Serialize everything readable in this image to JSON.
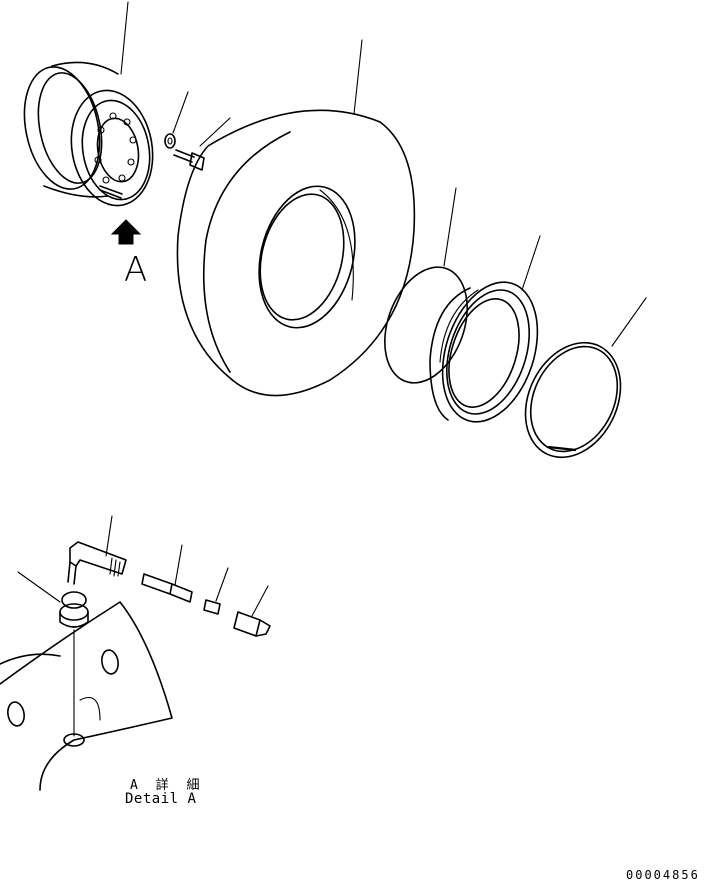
{
  "labels": {
    "view_letter": "A",
    "detail_jp": "A 詳 細",
    "detail_en": "Detail A",
    "drawing_number": "00004856"
  },
  "colors": {
    "line": "#000000",
    "background": "#ffffff"
  },
  "icons": {
    "view_arrow": "arrow-up-icon"
  }
}
